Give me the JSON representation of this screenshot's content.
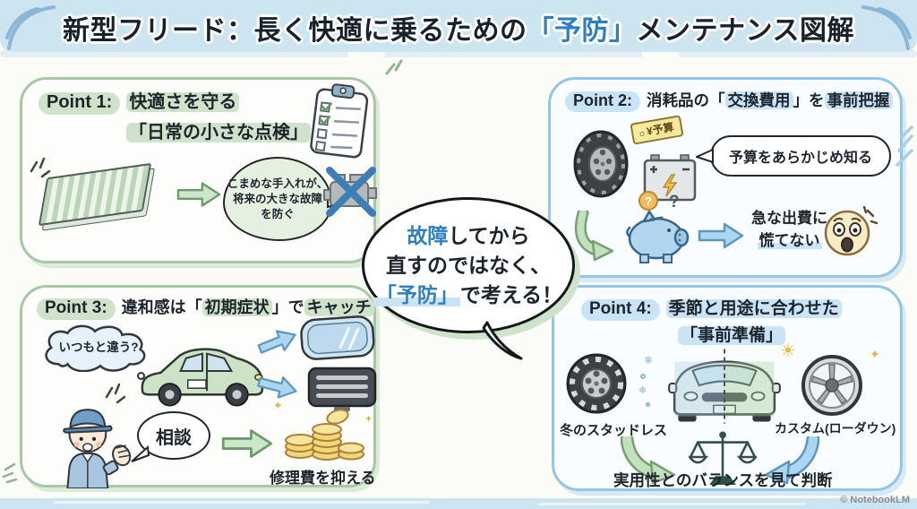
{
  "title": {
    "pre": "新型フリード：長く快適に乗るための",
    "highlight": "「予防」",
    "post": "メンテナンス図解"
  },
  "center_bubble": {
    "hl1": "故障",
    "rest1": "してから",
    "line2": "直すのではなく、",
    "hl3": "「予防」",
    "rest3": "で考える！"
  },
  "point1": {
    "label": "Point 1:",
    "title1": "快適さを守る",
    "title2": "「日常の小さな点検」",
    "bubble1": "こまめな手入れが、",
    "bubble2": "将来の大きな故障",
    "bubble3": "を防ぐ"
  },
  "point2": {
    "label": "Point 2:",
    "title_pre": "消耗品の「",
    "title_hl1": "交換費用",
    "title_mid": "」を",
    "title_hl2": "事前把握",
    "tag": "¥予算",
    "bubble": "予算をあらかじめ知る",
    "result1": "急な出費に",
    "result2": "慌てない"
  },
  "point3": {
    "label": "Point 3:",
    "title_pre": "違和感は「",
    "title_hl1": "初期症状",
    "title_mid": "」で",
    "title_hl2": "キャッチ",
    "thought": "いつもと違う?",
    "consult": "相談",
    "result": "修理費を抑える"
  },
  "point4": {
    "label": "Point 4:",
    "title1": "季節と用途に合わせた",
    "title2": "「事前準備」",
    "left_label": "冬のスタッドレス",
    "right_label": "カスタム(ローダウン)",
    "result": "実用性とのバランスを見て判断"
  },
  "icons": {
    "question": "?",
    "sun": "☀",
    "snowflake": "❄",
    "sparkle": "✦"
  },
  "watermark": "© NotebookLM",
  "colors": {
    "accent_blue": "#2e7fc0",
    "green_border": "#a6c8a4",
    "blue_border": "#92c6e6",
    "green_highlight": "#cfe3cb",
    "blue_highlight": "#c9e4f6"
  }
}
